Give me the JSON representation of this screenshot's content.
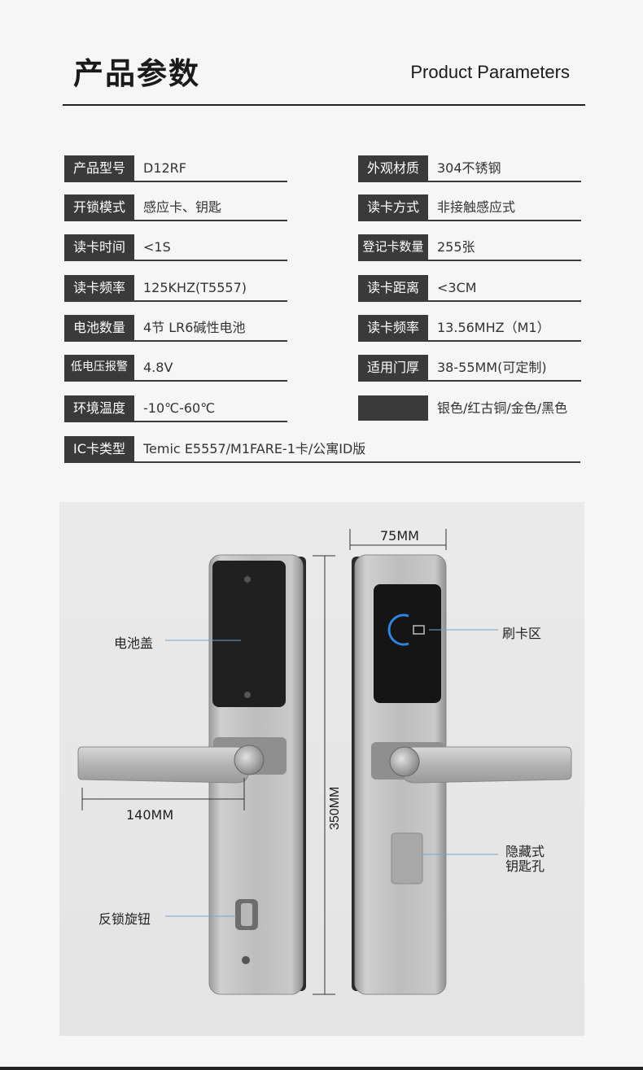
{
  "header": {
    "title_zh": "产品参数",
    "title_en": "Product Parameters"
  },
  "params_left": [
    {
      "label": "产品型号",
      "value": "D12RF"
    },
    {
      "label": "开锁模式",
      "value": "感应卡、钥匙"
    },
    {
      "label": "读卡时间",
      "value": "<1S"
    },
    {
      "label": "读卡频率",
      "value": "125KHZ(T5557)"
    },
    {
      "label": "电池数量",
      "value": "4节 LR6碱性电池"
    },
    {
      "label": "低电压报警",
      "value": "4.8V"
    },
    {
      "label": "环境温度",
      "value": "-10℃-60℃"
    }
  ],
  "params_right": [
    {
      "label": "外观材质",
      "value": "304不锈钢"
    },
    {
      "label": "读卡方式",
      "value": "非接触感应式"
    },
    {
      "label": "登记卡数量",
      "value": "255张"
    },
    {
      "label": "读卡距离",
      "value": "<3CM"
    },
    {
      "label": "读卡频率",
      "value": "13.56MHZ（M1）"
    },
    {
      "label": "适用门厚",
      "value": "38-55MM(可定制)"
    },
    {
      "label": "",
      "value": "银色/红古铜/金色/黑色"
    }
  ],
  "param_wide": {
    "label": "IC卡类型",
    "value": "Temic E5557/M1FARE-1卡/公寓ID版"
  },
  "diagram": {
    "dim_width": "75MM",
    "dim_height": "350MM",
    "dim_handle": "140MM",
    "label_battery_cover": "电池盖",
    "label_card_area": "刷卡区",
    "label_knob": "反锁旋钮",
    "label_keyhole_line1": "隐藏式",
    "label_keyhole_line2": "钥匙孔"
  },
  "colors": {
    "label_bg": "#3a3a3a",
    "label_text": "#ffffff",
    "panel_steel": "#b9b9b9",
    "pointer_line": "#6fa7d6",
    "card_ring": "#2f86e0"
  }
}
